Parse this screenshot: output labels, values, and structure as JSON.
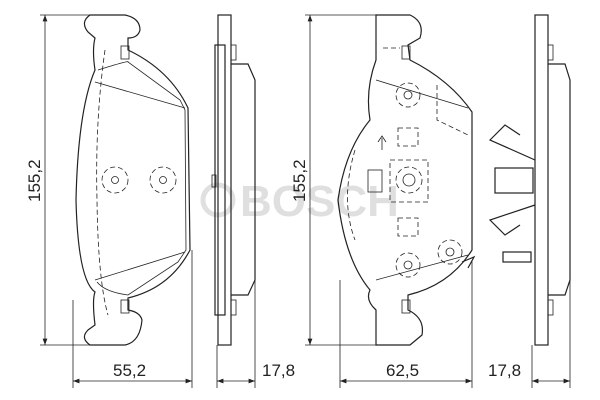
{
  "drawing": {
    "watermark": "BOSCH",
    "dimensions": {
      "left_pad_height": "155,2",
      "left_pad_width": "55,2",
      "left_pad_thickness": "17,8",
      "right_pad_height": "155,2",
      "right_pad_width": "62,5",
      "right_pad_thickness": "17,8"
    }
  }
}
